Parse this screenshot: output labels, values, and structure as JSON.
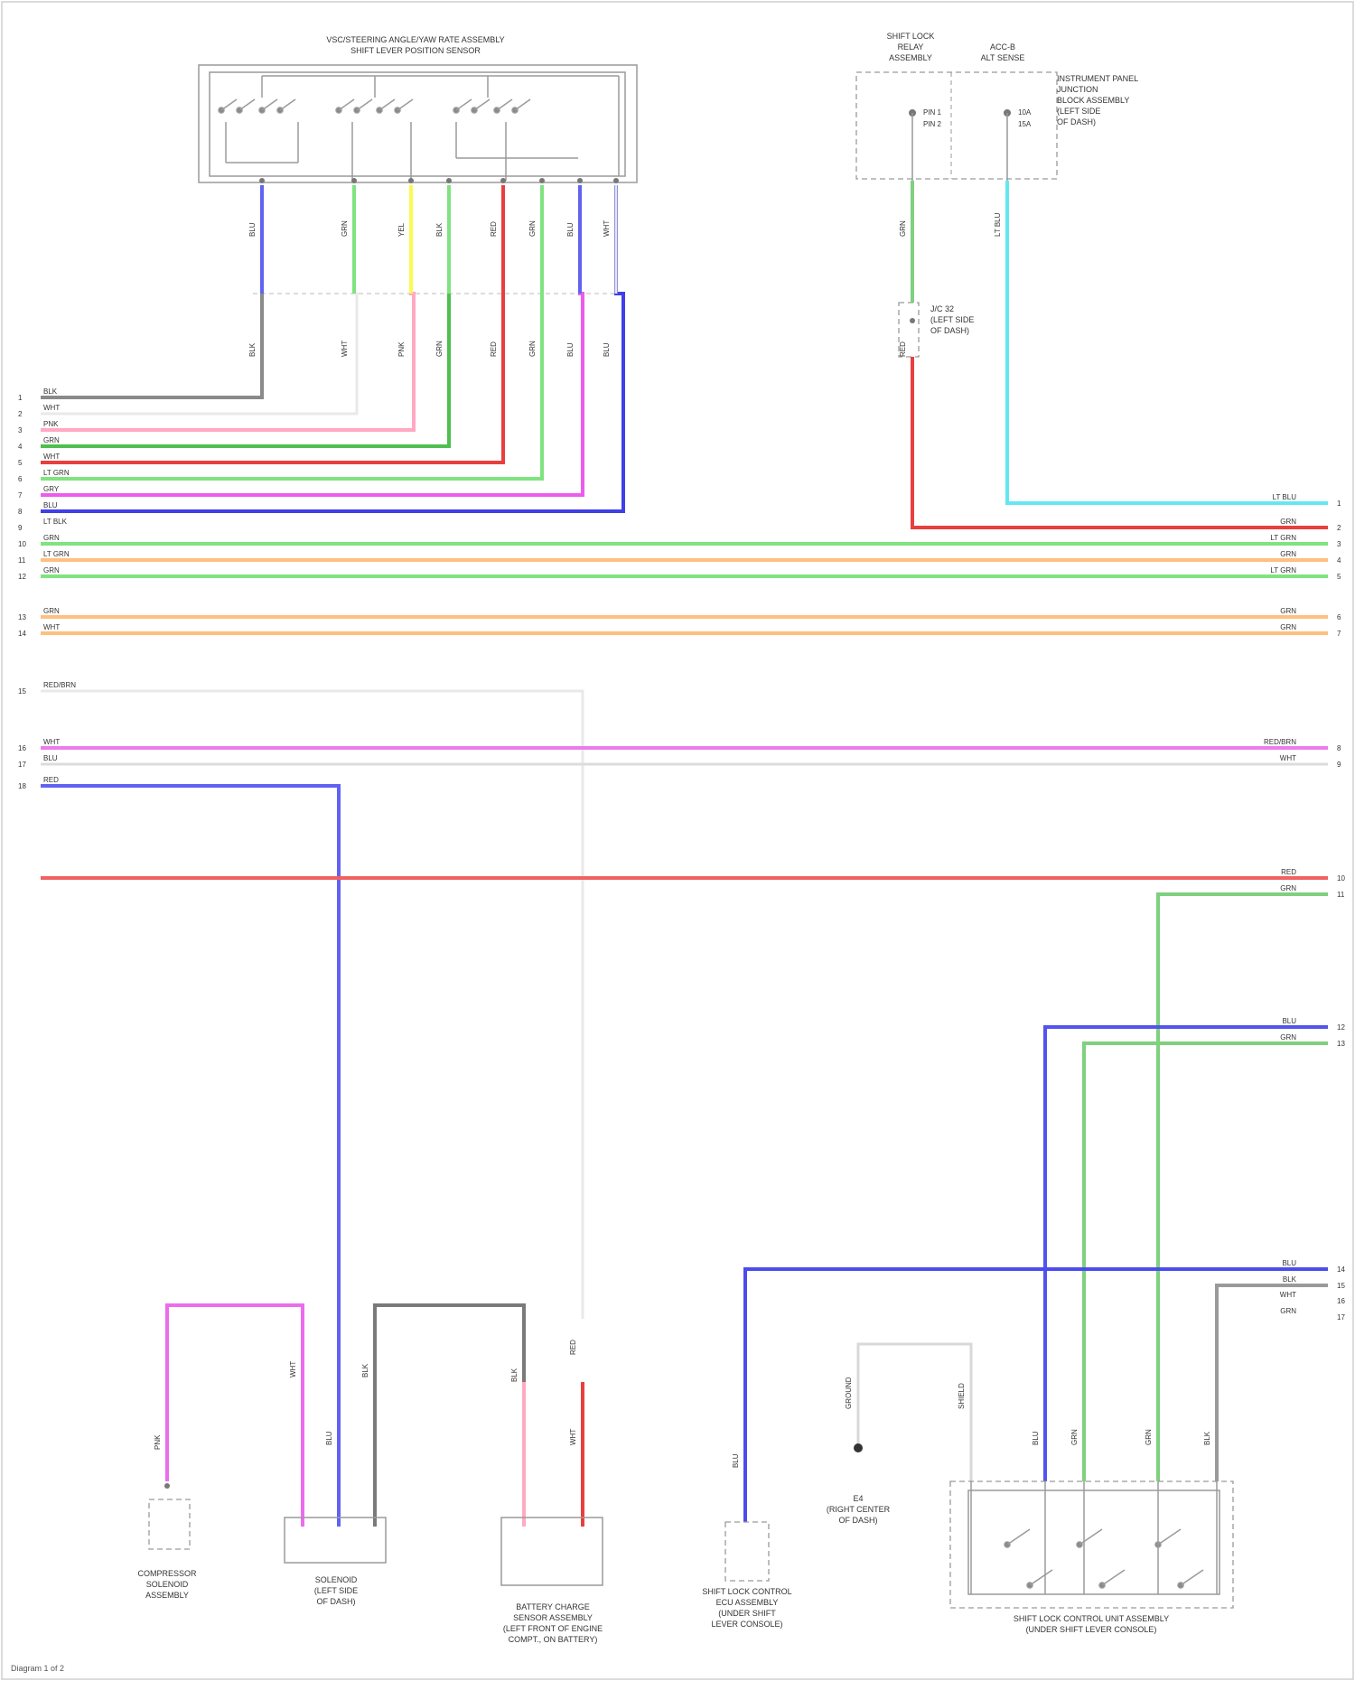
{
  "components": {
    "top_switch": {
      "line1": "VSC/STEERING ANGLE/YAW RATE ASSEMBLY",
      "line2": "SHIFT LEVER POSITION SENSOR"
    },
    "relay": {
      "line1": "SHIFT LOCK",
      "line2": "RELAY",
      "line3": "ASSEMBLY"
    },
    "fuse": {
      "line1": "ACC-B",
      "line2": "ALT SENSE"
    },
    "junction_block": {
      "line1": "INSTRUMENT PANEL",
      "line2": "JUNCTION",
      "line3": "BLOCK ASSEMBLY",
      "line4": "(LEFT SIDE",
      "line5": "OF DASH)"
    },
    "splice": {
      "line1": "J/C 32",
      "line2": "(LEFT SIDE",
      "line3": "OF DASH)"
    },
    "compressor": {
      "line1": "COMPRESSOR",
      "line2": "SOLENOID",
      "line3": "ASSEMBLY"
    },
    "solenoid": {
      "line1": "SOLENOID",
      "line2": "(LEFT SIDE",
      "line3": "OF DASH)"
    },
    "battery_sensor": {
      "line1": "BATTERY CHARGE",
      "line2": "SENSOR ASSEMBLY",
      "line3": "(LEFT FRONT OF ENGINE",
      "line4": "COMPT., ON BATTERY)"
    },
    "shift_lock_sensor": {
      "line1": "SHIFT LOCK CONTROL",
      "line2": "ECU ASSEMBLY",
      "line3": "(UNDER SHIFT",
      "line4": "LEVER CONSOLE)"
    },
    "ground": {
      "line1": "E4",
      "line2": "(RIGHT CENTER",
      "line3": "OF DASH)"
    },
    "bottom_switch": {
      "line1": "SHIFT LOCK CONTROL UNIT ASSEMBLY",
      "line2": "(UNDER SHIFT LEVER CONSOLE)"
    }
  },
  "left_connector": {
    "pins": [
      "1",
      "2",
      "3",
      "4",
      "5",
      "6",
      "7",
      "8",
      "9",
      "10",
      "11",
      "12",
      "13",
      "14",
      "15",
      "16",
      "17",
      "18"
    ],
    "labels": [
      "BLK",
      "WHT",
      "PNK",
      "GRN",
      "WHT",
      "LT GRN",
      "GRY",
      "BLU",
      "LT BLK",
      "GRN",
      "LT GRN",
      "GRN",
      "GRN",
      "WHT",
      "RED/BRN",
      "WHT",
      "BLU",
      "RED"
    ]
  },
  "right_connector": {
    "pins": [
      "1",
      "2",
      "3",
      "4",
      "5",
      "6",
      "7",
      "8",
      "9",
      "10",
      "11",
      "12",
      "13",
      "14",
      "15",
      "16",
      "17"
    ],
    "labels": [
      "LT BLU",
      "GRN",
      "LT GRN",
      "GRN",
      "LT GRN",
      "GRN",
      "GRN",
      "RED/BRN",
      "WHT",
      "RED",
      "GRN",
      "BLU",
      "GRN",
      "BLU",
      "BLK",
      "WHT",
      "GRN"
    ]
  },
  "wire_labels": {
    "top": [
      "BLU",
      "GRN",
      "YEL",
      "BLK",
      "RED",
      "GRN",
      "BLU",
      "WHT",
      "GRN",
      "LT BLU"
    ],
    "mid": [
      "BLK",
      "WHT",
      "PNK",
      "GRN",
      "RED",
      "GRN",
      "BLU",
      "BLU",
      "RED"
    ],
    "bottom": [
      "PNK",
      "WHT",
      "BLK",
      "BLU",
      "BLK",
      "RED",
      "WHT",
      "BLU",
      "GROUND",
      "SHIELD",
      "BLU",
      "GRN",
      "GRN",
      "BLK"
    ]
  },
  "terminals": {
    "relay_pins": [
      "PIN 1",
      "PIN 2"
    ],
    "fuse_pins": [
      "10A",
      "15A"
    ]
  },
  "footer": "Diagram 1 of 2"
}
